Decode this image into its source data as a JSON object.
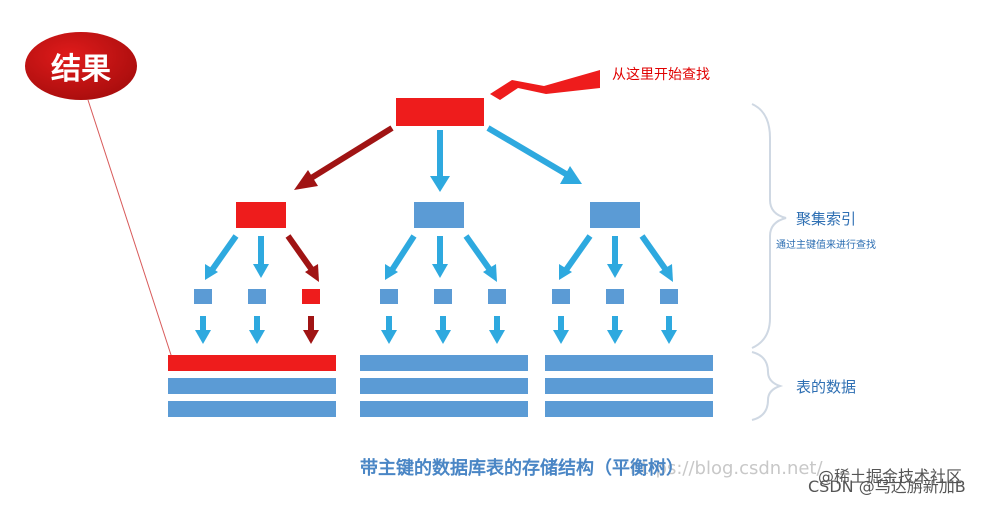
{
  "diagram": {
    "result_label": "结果",
    "start_label": "从这里开始查找",
    "index_label": "聚集索引",
    "index_sublabel": "通过主键值来进行查找",
    "table_data_label": "表的数据",
    "caption": "带主键的数据库表的存储结构（平衡树）",
    "colors": {
      "highlight": "#ee1c1c",
      "highlight_dark": "#a01414",
      "node": "#5b9bd5",
      "arrow": "#2ea9df",
      "label": "#2e6fb3",
      "bracket": "#cfd8e3"
    }
  },
  "watermarks": {
    "url": "https://blog.csdn.net/",
    "line1": "@稀土掘金技术社区",
    "line2": "CSDN @乌达旃新加B"
  }
}
